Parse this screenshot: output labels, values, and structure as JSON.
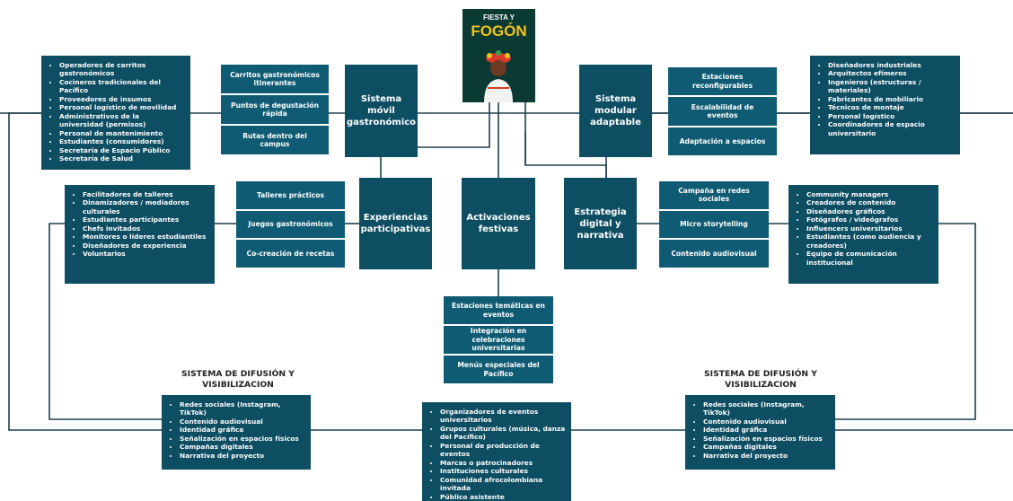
{
  "poster": {
    "title_top": "FIESTA Y",
    "title_main": "FOGÓN"
  },
  "movil": {
    "title": "Sistema móvil gastronómico",
    "subs": [
      "Carritos gastronómicos itinerantes",
      "Puntos de degustación rápida",
      "Rutas dentro del campus"
    ],
    "actors": [
      "Operadores de carritos gastronómicos",
      "Cocineros tradicionales del Pacífico",
      "Proveedores de insumos",
      "Personal logístico de movilidad",
      "Administrativos de la universidad (permisos)",
      "Personal de mantenimiento",
      "Estudiantes (consumidores)",
      "Secretaría de Espacio Público",
      "Secretaría de Salud"
    ]
  },
  "modular": {
    "title": "Sistema modular adaptable",
    "subs": [
      "Estaciones reconfigurables",
      "Escalabilidad de eventos",
      "Adaptación a espacios"
    ],
    "actors": [
      "Diseñadores industriales",
      "Arquitectos efímeros",
      "Ingenieros (estructuras / materiales)",
      "Fabricantes de mobiliario",
      "Técnicos de montaje",
      "Personal logístico",
      "Coordinadores de espacio universitario"
    ]
  },
  "experiencias": {
    "title": "Experiencias participativas",
    "subs": [
      "Talleres prácticos",
      "Juegos gastronómicos",
      "Co-creación de recetas"
    ],
    "actors": [
      "Facilitadores de talleres",
      "Dinamizadores / mediadores culturales",
      "Estudiantes participantes",
      "Chefs invitados",
      "Monitores o líderes estudiantiles",
      "Diseñadores de experiencia",
      "Voluntarios"
    ]
  },
  "activaciones": {
    "title": "Activaciones festivas",
    "subs": [
      "Estaciones temáticas en eventos",
      "Integración en celebraciones universitarias",
      "Menús especiales del Pacífico"
    ],
    "actors": [
      "Organizadores de eventos universitarios",
      "Grupos culturales (música, danza del Pacífico)",
      "Personal de producción de eventos",
      "Marcas o patrocinadores",
      "Instituciones culturales",
      "Comunidad afrocolombiana invitada",
      "Público asistente"
    ]
  },
  "digital": {
    "title": "Estrategia digital y narrativa",
    "subs": [
      "Campaña en redes sociales",
      "Micro storytelling",
      "Contenido audiovisual"
    ],
    "actors": [
      "Community managers",
      "Creadores de contenido",
      "Diseñadores gráficos",
      "Fotógrafos / videógrafos",
      "Influencers universitarios",
      "Estudiantes (como audiencia y creadores)",
      "Equipo de comunicación institucional"
    ]
  },
  "difusion_left": {
    "header": "SISTEMA DE DIFUSIÓN Y VISIBILIZACION",
    "items": [
      "Redes sociales (Instagram, TikTok)",
      "Contenido audiovisual",
      "Identidad gráfica",
      "Señalización en espacios físicos",
      "Campañas digitales",
      "Narrativa del proyecto"
    ]
  },
  "difusion_right": {
    "header": "SISTEMA DE DIFUSIÓN Y VISIBILIZACION",
    "items": [
      "Redes sociales (Instagram, TikTok)",
      "Contenido audiovisual",
      "Identidad gráfica",
      "Señalización en espacios físicos",
      "Campañas digitales",
      "Narrativa del proyecto"
    ]
  }
}
